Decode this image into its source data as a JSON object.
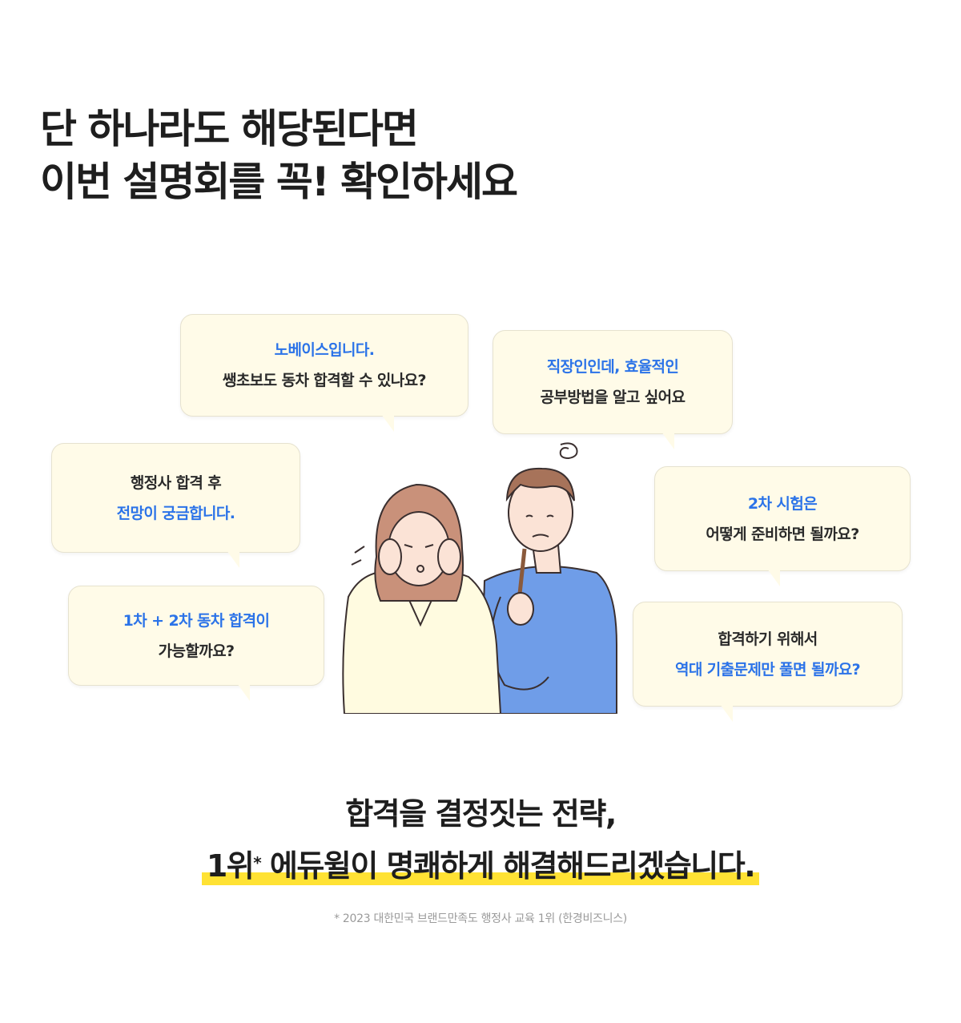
{
  "headline": {
    "line1": "단 하나라도 해당된다면",
    "line2": "이번 설명회를 꼭! 확인하세요"
  },
  "bubbles": [
    {
      "line1": "노베이스입니다.",
      "line2": "쌩초보도 동차 합격할 수 있나요?"
    },
    {
      "line1": "직장인인데, 효율적인",
      "line2": "공부방법을 알고 싶어요"
    },
    {
      "line1": "행정사 합격 후",
      "line2": "전망이 궁금합니다."
    },
    {
      "line1": "2차 시험은",
      "line2": "어떻게 준비하면 될까요?"
    },
    {
      "line1": "1차 + 2차 동차 합격이",
      "line2": "가능할까요?"
    },
    {
      "line1": "합격하기 위해서",
      "line2": "역대 기출문제만 풀면 될까요?"
    }
  ],
  "closing": {
    "line1": "합격을 결정짓는 전략,",
    "line2_prefix": "1위",
    "line2_mark": "*",
    "line2_rest": " 에듀윌이 명쾌하게 해결해드리겠습니다."
  },
  "footnote": "* 2023 대한민국 브랜드만족도 행정사 교육 1위 (한경비즈니스)",
  "colors": {
    "accent_blue": "#2b73e8",
    "bubble_bg": "#fffbe8",
    "highlight": "#ffe234"
  }
}
